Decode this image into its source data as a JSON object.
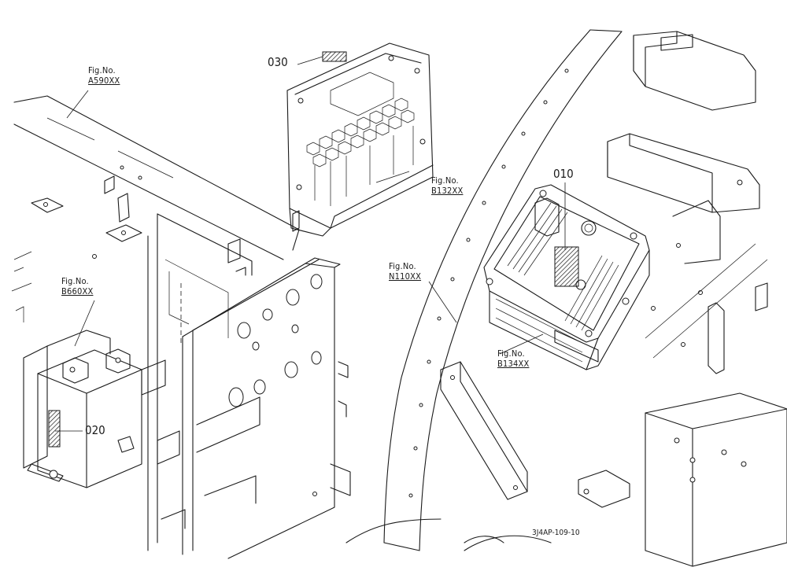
{
  "callouts": {
    "fig_prefix": "Fig.No.",
    "figs": [
      {
        "code": "A590XX"
      },
      {
        "code": "B132XX"
      },
      {
        "code": "B660XX"
      },
      {
        "code": "N110XX"
      },
      {
        "code": "B134XX"
      }
    ],
    "parts": [
      {
        "number": "030"
      },
      {
        "number": "010"
      },
      {
        "number": "020"
      }
    ]
  },
  "drawing_code": "3J4AP-109-10",
  "colors": {
    "line": "#1a1a1a",
    "background": "#ffffff"
  }
}
